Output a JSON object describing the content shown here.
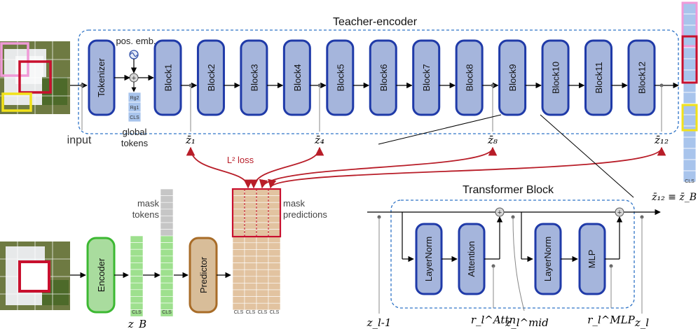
{
  "teacher": {
    "title": "Teacher-encoder",
    "pos_emb": "pos. emb.",
    "tokenizer": "Tokenizer",
    "blocks": [
      "Block1",
      "Block2",
      "Block3",
      "Block4",
      "Block5",
      "Block6",
      "Block7",
      "Block8",
      "Block9",
      "Block10",
      "Block11",
      "Block12"
    ],
    "global_tokens_label": [
      "global",
      "tokens"
    ],
    "global_token_cells": [
      "Rg2",
      "Rg1",
      "CLS"
    ],
    "input_label": "input",
    "z_labels": [
      "z̄₁",
      "z̄₄",
      "z̄₈",
      "z̄₁₂"
    ]
  },
  "loss": {
    "label": "L² loss"
  },
  "student": {
    "encoder": "Encoder",
    "predictor": "Predictor",
    "mask_tokens_label": [
      "mask",
      "tokens"
    ],
    "mask_predictions_label": [
      "mask",
      "predictions"
    ],
    "cls": "CLS",
    "zb_label": "z_B"
  },
  "output": {
    "cls": "CLS",
    "equation": "z̄₁₂ ≡ z̄_B"
  },
  "transformer": {
    "title": "Transformer Block",
    "layernorm": "LayerNorm",
    "attention": "Attention",
    "mlp": "MLP",
    "labels": [
      "z_l-1",
      "r_l^Attn",
      "z_l^mid",
      "r_l^MLP",
      "z_l"
    ]
  },
  "colors": {
    "block_fill": "#a5b5dc",
    "block_stroke": "#1f3aa8",
    "encoder_fill": "#a9dc9e",
    "encoder_stroke": "#3cb832",
    "predictor_fill": "#d8bd99",
    "predictor_stroke": "#a86c28",
    "loss_red": "#b81d28",
    "dashed_blue": "#2f74c6",
    "token_blue": "#a8c4ec",
    "token_green": "#9ee08e",
    "token_gray": "#c6c6c6",
    "pred_tan": "#e2c3a0"
  }
}
